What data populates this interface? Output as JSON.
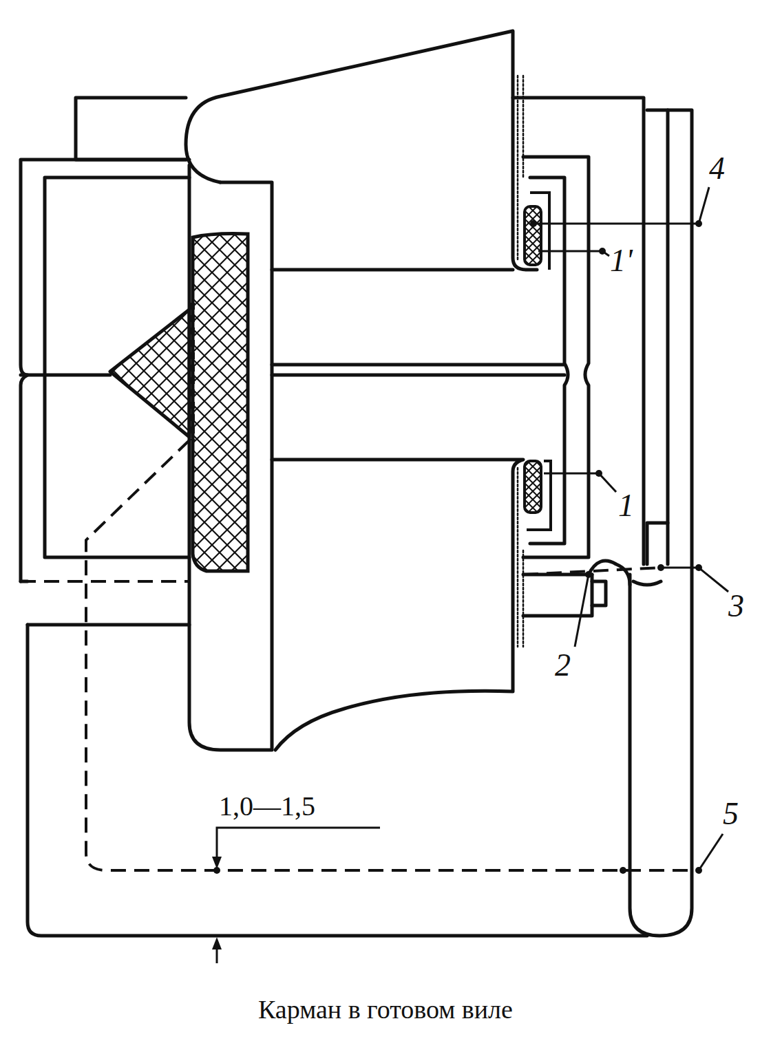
{
  "diagram": {
    "caption": "Карман в готовом виле",
    "labels": [
      "4",
      "1'",
      "1",
      "2",
      "3",
      "5",
      "1,0—1,5"
    ]
  }
}
